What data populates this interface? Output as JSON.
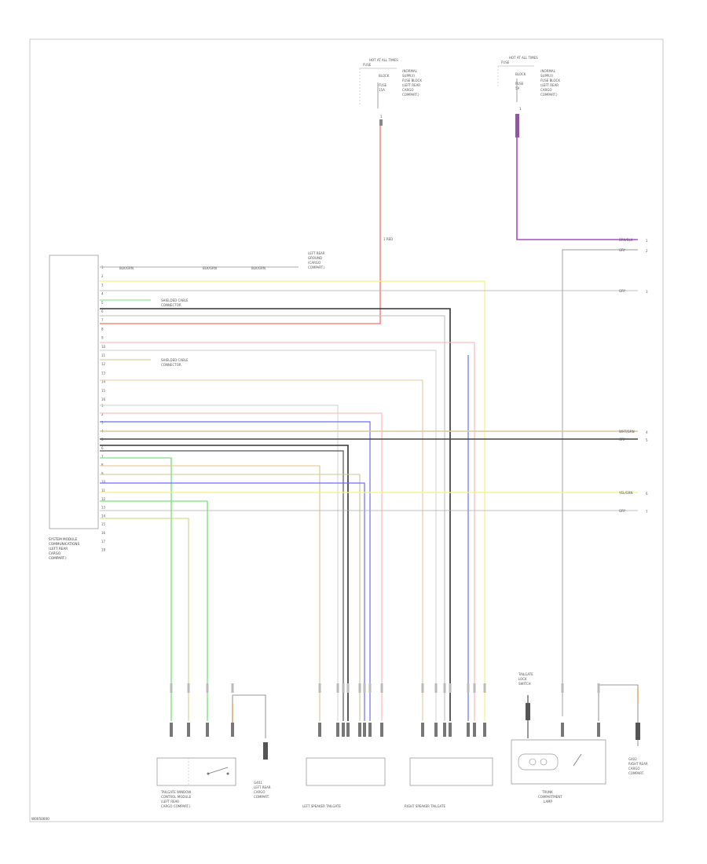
{
  "colors": {
    "red": "#ff6a6a",
    "yellow": "#f4ef8a",
    "green": "#7ae07a",
    "blue": "#6e6ef2",
    "gray": "#9a9a9a",
    "dark": "#2e2e2e",
    "tan": "#d8b080",
    "lightgray": "#c8c8c8",
    "pink": "#ffb0b0",
    "purple": "#a050c0",
    "olive": "#c8c890"
  },
  "fuse_top_left": {
    "lines": [
      "HOT AT ALL TIMES",
      "FUSE",
      "BLOCK",
      "FUSE",
      "15A"
    ],
    "notes": [
      "(NORMAL",
      "SUPPLY)",
      "FUSE BLOCK",
      "(LEFT REAR",
      "CARGO",
      "COMPART.)"
    ],
    "pin": "1"
  },
  "fuse_top_right": {
    "lines": [
      "HOT AT ALL TIMES",
      "FUSE",
      "BLOCK",
      "FUSE",
      "5A"
    ],
    "notes": [
      "(NORMAL",
      "SUPPLY)",
      "FUSE BLOCK",
      "(LEFT REAR",
      "CARGO",
      "COMPART.)"
    ],
    "pin": "1"
  },
  "connector_left": {
    "label": [
      "SYSTEM MODULE",
      "COMMUNICATIONS",
      "(LEFT REAR",
      "CARGO",
      "COMPART.)"
    ],
    "pins_upper": [
      "1",
      "2",
      "3",
      "4",
      "5",
      "6",
      "7",
      "8",
      "9",
      "10",
      "11",
      "12",
      "13",
      "14",
      "15",
      "16"
    ],
    "pins_lower": [
      "1",
      "2",
      "3",
      "4",
      "5",
      "6",
      "7",
      "8",
      "9",
      "10",
      "11",
      "12",
      "13",
      "14",
      "15",
      "16",
      "17",
      "18"
    ]
  },
  "wire_labels": {
    "top_run": [
      "BLK/GRN",
      "BLK/GRN",
      "BLK/GRN"
    ],
    "fuse_note": [
      "LEFT REAR",
      "GROUND",
      "(CARGO",
      "COMPART.)"
    ],
    "mid_note_1": [
      "SHIELDED CABLE",
      "CONNECTOR"
    ],
    "mid_note_2": [
      "SHIELDED CABLE",
      "CONNECTOR"
    ],
    "red_note": "1 RED"
  },
  "right_ends": [
    {
      "text": "BRN/BLK",
      "pin": "1"
    },
    {
      "text": "GRY",
      "pin": "2"
    },
    {
      "text": "GRY",
      "pin": "3"
    },
    {
      "text": "WHT/GRN",
      "pin": "4"
    },
    {
      "text": "GRY",
      "pin": "5"
    },
    {
      "text": "YEL/GRN",
      "pin": "6"
    },
    {
      "text": "GRY",
      "pin": "7"
    }
  ],
  "components": {
    "c1": [
      "TAILGATE WINDOW",
      "CONTROL MODULE",
      "(LEFT REAR",
      "CARGO COMPART.)"
    ],
    "c1_ground": [
      "G401",
      "LEFT REAR",
      "CARGO",
      "COMPART."
    ],
    "c2": "LEFT SPEAKER TAILGATE",
    "c3": "RIGHT SPEAKER TAILGATE",
    "c4": [
      "TRUNK",
      "COMPARTMENT",
      "LAMP"
    ],
    "c4_top": [
      "TAILGATE",
      "LOCK",
      "SWITCH"
    ],
    "c4_ground": [
      "G402",
      "RIGHT REAR",
      "CARGO",
      "COMPART."
    ]
  },
  "footer_code": "W0050000"
}
